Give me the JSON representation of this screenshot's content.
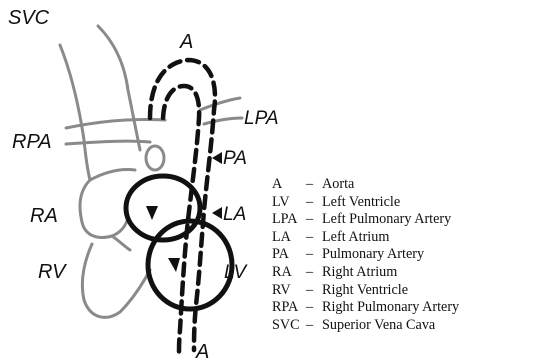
{
  "diagram": {
    "labels": {
      "svc": "SVC",
      "a_top": "A",
      "lpa": "LPA",
      "rpa": "RPA",
      "pa": "PA",
      "ra": "RA",
      "la": "LA",
      "rv": "RV",
      "lv": "LV",
      "a_bottom": "A"
    },
    "legend": [
      {
        "abbr": "A",
        "sep": "–",
        "name": "Aorta"
      },
      {
        "abbr": "LV",
        "sep": "–",
        "name": "Left Ventricle"
      },
      {
        "abbr": "LPA",
        "sep": "–",
        "name": "Left Pulmonary Artery"
      },
      {
        "abbr": "LA",
        "sep": "–",
        "name": "Left Atrium"
      },
      {
        "abbr": "PA",
        "sep": "–",
        "name": "Pulmonary Artery"
      },
      {
        "abbr": "RA",
        "sep": "–",
        "name": "Right Atrium"
      },
      {
        "abbr": "RV",
        "sep": "–",
        "name": "Right Ventricle"
      },
      {
        "abbr": "RPA",
        "sep": "–",
        "name": "Right Pulmonary Artery"
      },
      {
        "abbr": "SVC",
        "sep": "–",
        "name": "Superior Vena Cava"
      }
    ]
  }
}
